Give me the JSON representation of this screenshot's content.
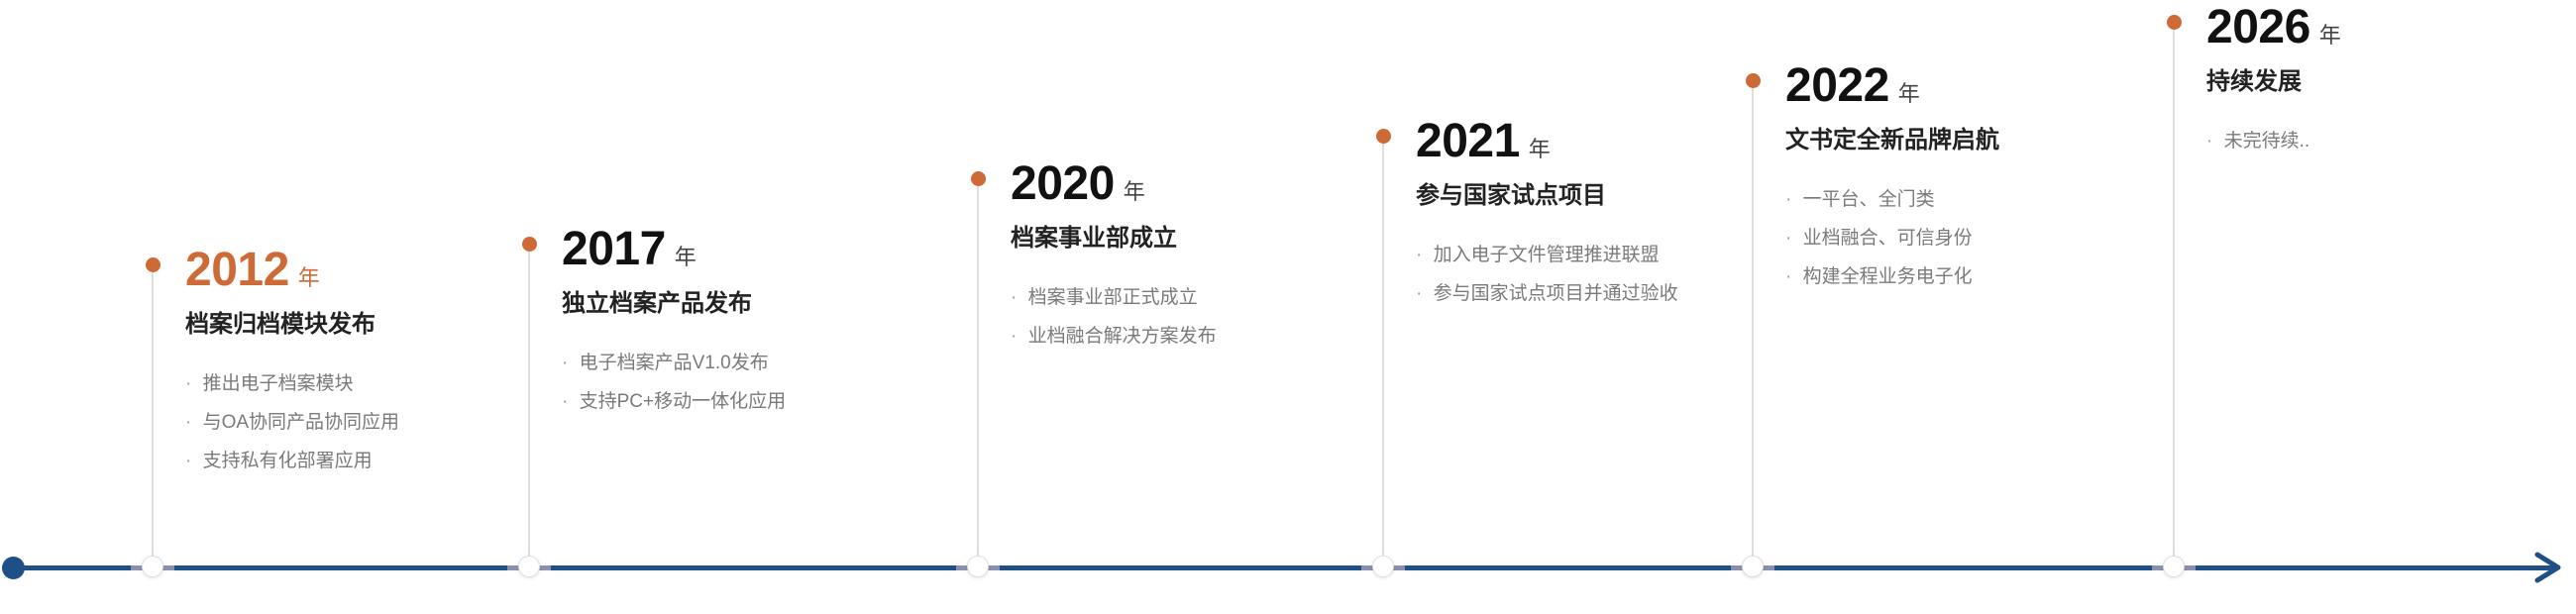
{
  "timeline": {
    "milestones": [
      {
        "year": "2012",
        "unit": "年",
        "title": "档案归档模块发布",
        "items": [
          "推出电子档案模块",
          "与OA协同产品协同应用",
          "支持私有化部署应用"
        ],
        "highlight": true
      },
      {
        "year": "2017",
        "unit": "年",
        "title": "独立档案产品发布",
        "items": [
          "电子档案产品V1.0发布",
          "支持PC+移动一体化应用"
        ],
        "highlight": false
      },
      {
        "year": "2020",
        "unit": "年",
        "title": "档案事业部成立",
        "items": [
          "档案事业部正式成立",
          "业档融合解决方案发布"
        ],
        "highlight": false
      },
      {
        "year": "2021",
        "unit": "年",
        "title": "参与国家试点项目",
        "items": [
          "加入电子文件管理推进联盟",
          "参与国家试点项目并通过验收"
        ],
        "highlight": false
      },
      {
        "year": "2022",
        "unit": "年",
        "title": "文书定全新品牌启航",
        "items": [
          "一平台、全门类",
          "业档融合、可信身份",
          "构建全程业务电子化"
        ],
        "highlight": false
      },
      {
        "year": "2026",
        "unit": "年",
        "title": "持续发展",
        "items": [
          "未完待续.."
        ],
        "highlight": false
      }
    ]
  },
  "colors": {
    "axis": "#1e4f86",
    "accent": "#cd6a35",
    "stem": "#dedede"
  },
  "icons": {
    "axis_end": "arrow-right-icon",
    "axis_start": "timeline-start-dot-icon"
  }
}
